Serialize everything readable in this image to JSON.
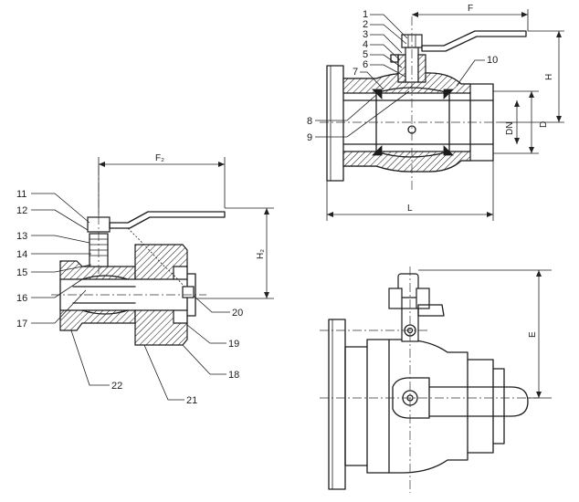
{
  "dimensions": {
    "F": "F",
    "H": "H",
    "D": "D",
    "DN": "DN",
    "L": "L",
    "F2": "F₂",
    "H2": "H₂",
    "E": "E"
  },
  "parts": [
    "1",
    "2",
    "3",
    "4",
    "5",
    "6",
    "7",
    "8",
    "9",
    "10",
    "11",
    "12",
    "13",
    "14",
    "15",
    "16",
    "17",
    "18",
    "19",
    "20",
    "21",
    "22"
  ]
}
